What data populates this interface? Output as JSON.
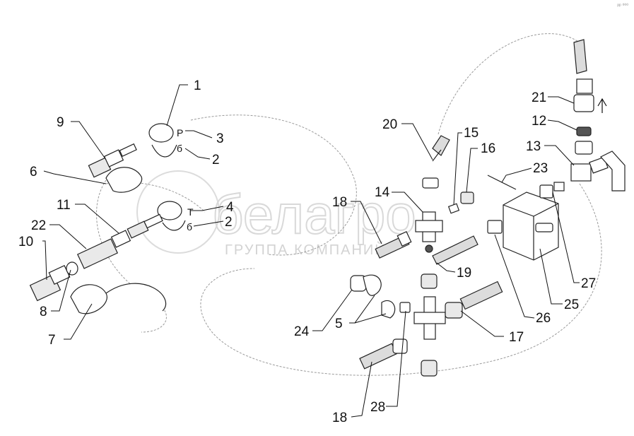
{
  "watermark": {
    "brand": "белагро",
    "subtitle": "ГРУППА КОМПАНИЙ"
  },
  "labels": [
    {
      "id": "l1",
      "text": "1"
    },
    {
      "id": "l3",
      "text": "3"
    },
    {
      "id": "l2a",
      "text": "2"
    },
    {
      "id": "l9",
      "text": "9"
    },
    {
      "id": "l6a",
      "text": "6"
    },
    {
      "id": "l4",
      "text": "4"
    },
    {
      "id": "l2b",
      "text": "2"
    },
    {
      "id": "l11",
      "text": "11"
    },
    {
      "id": "l22",
      "text": "22"
    },
    {
      "id": "l10",
      "text": "10"
    },
    {
      "id": "l8",
      "text": "8"
    },
    {
      "id": "l7",
      "text": "7"
    },
    {
      "id": "l20",
      "text": "20"
    },
    {
      "id": "l15",
      "text": "15"
    },
    {
      "id": "l16",
      "text": "16"
    },
    {
      "id": "l14",
      "text": "14"
    },
    {
      "id": "l18a",
      "text": "18"
    },
    {
      "id": "l23",
      "text": "23"
    },
    {
      "id": "l21",
      "text": "21"
    },
    {
      "id": "l12",
      "text": "12"
    },
    {
      "id": "l13",
      "text": "13"
    },
    {
      "id": "l19",
      "text": "19"
    },
    {
      "id": "l27",
      "text": "27"
    },
    {
      "id": "l25",
      "text": "25"
    },
    {
      "id": "l26",
      "text": "26"
    },
    {
      "id": "l17",
      "text": "17"
    },
    {
      "id": "l24",
      "text": "24"
    },
    {
      "id": "l5",
      "text": "5"
    },
    {
      "id": "l18b",
      "text": "18"
    },
    {
      "id": "l28",
      "text": "28"
    }
  ],
  "small_labels": {
    "P": "P",
    "b6a": "б",
    "T": "T",
    "b6b": "б"
  },
  "corner_mark": "ᵖᵖ ⁰⁰⁰"
}
